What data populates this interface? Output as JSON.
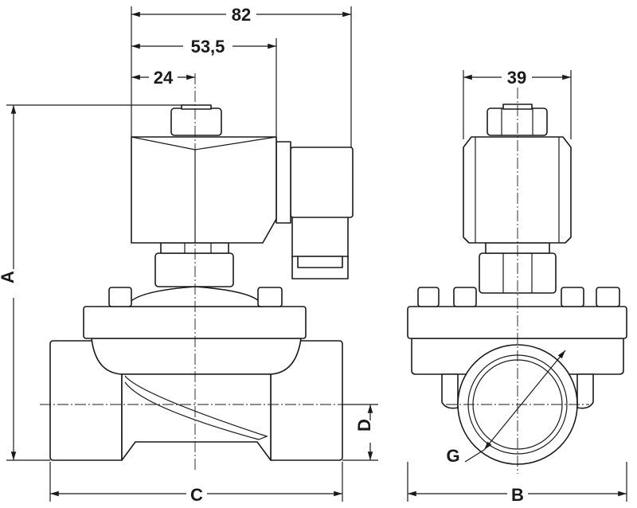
{
  "dimensions": {
    "overall_width": "82",
    "coil_width": "53,5",
    "axis_offset": "24",
    "coil_depth": "39",
    "height": "A",
    "flange_width": "B",
    "body_length": "C",
    "port_height": "D",
    "thread": "G"
  },
  "colors": {
    "line": "#1a1a1a",
    "background": "#ffffff"
  }
}
